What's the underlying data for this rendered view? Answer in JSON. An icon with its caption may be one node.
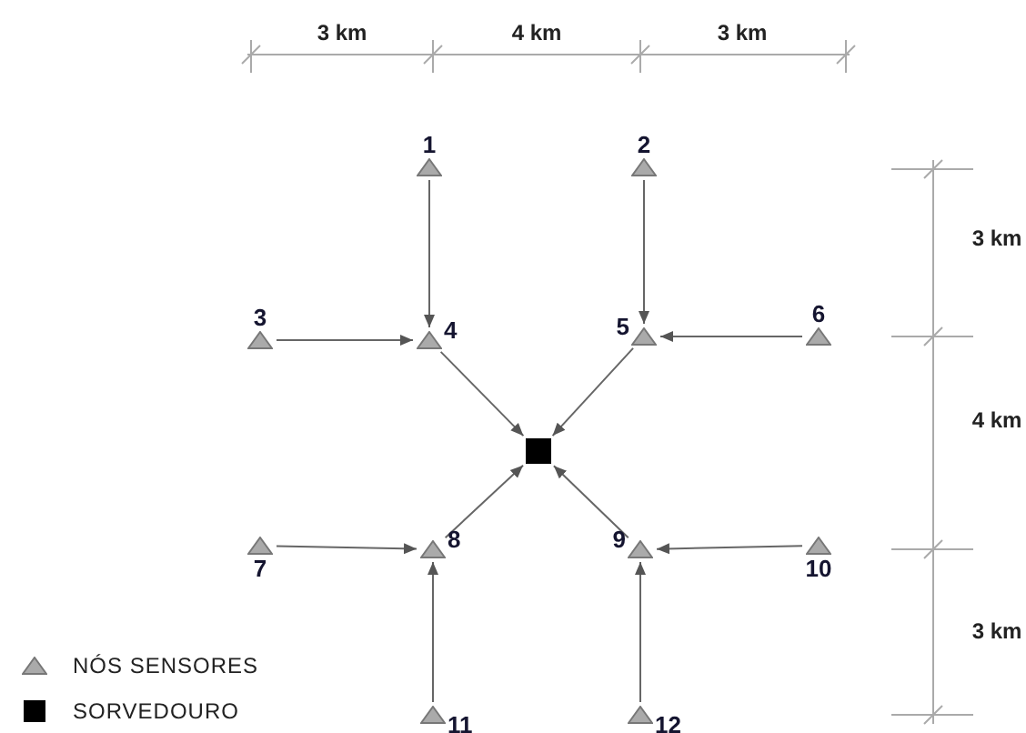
{
  "diagram": {
    "nodes": [
      {
        "text": [
          "1"
        ]
      },
      {
        "text": [
          "2"
        ]
      },
      {
        "text": [
          "3"
        ]
      },
      {
        "text": [
          "4"
        ]
      },
      {
        "text": [
          "5"
        ]
      },
      {
        "text": [
          "6"
        ]
      },
      {
        "text": [],
        "shape": "box"
      },
      {
        "text": [
          "7"
        ]
      },
      {
        "text": [
          "8"
        ]
      },
      {
        "text": [
          "9"
        ]
      },
      {
        "text": [
          "10"
        ]
      },
      {
        "text": [
          "11"
        ]
      },
      {
        "text": [
          "12"
        ]
      }
    ],
    "edges": [
      {
        "from": 0,
        "to": 3,
        "arrow": "to"
      },
      {
        "from": 1,
        "to": 4,
        "arrow": "to"
      },
      {
        "from": 2,
        "to": 3,
        "arrow": "to"
      },
      {
        "from": 5,
        "to": 4,
        "arrow": "to"
      },
      {
        "from": 3,
        "to": 6,
        "arrow": "to"
      },
      {
        "from": 4,
        "to": 6,
        "arrow": "to"
      },
      {
        "from": 7,
        "to": 8,
        "arrow": "to"
      },
      {
        "from": 10,
        "to": 9,
        "arrow": "to"
      },
      {
        "from": 8,
        "to": 6,
        "arrow": "to"
      },
      {
        "from": 9,
        "to": 6,
        "arrow": "to"
      },
      {
        "from": 11,
        "to": 8,
        "arrow": "to"
      },
      {
        "from": 12,
        "to": 9,
        "arrow": "to"
      }
    ],
    "labels": [
      "3 km",
      "4 km",
      "3 km",
      "3 km",
      "4 km",
      "3 km"
    ],
    "legend": [
      {
        "text": "NÓS SENSORES"
      },
      {
        "text": "SORVEDOURO"
      }
    ]
  }
}
